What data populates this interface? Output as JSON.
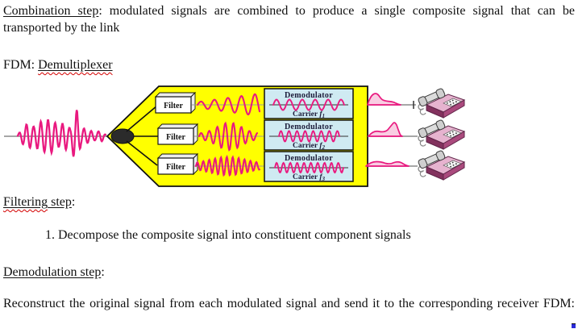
{
  "document": {
    "p1": {
      "lead": "Combination step",
      "rest": ": modulated signals are combined to produce a single composite signal that can be transported by the link"
    },
    "p2": {
      "prefix": "FDM: ",
      "term": "Demultiplexer"
    },
    "p3": {
      "word": "Filtering",
      "tail": " step",
      "suffix": ":"
    },
    "p4": "1. Decompose the composite signal into constituent component signals",
    "p5": {
      "lead": "Demodulation step",
      "suffix": ":"
    },
    "p6": "Reconstruct the original signal from each modulated signal and send it to the corresponding receiver FDM:"
  },
  "diagram": {
    "filters": [
      "Filter",
      "Filter",
      "Filter"
    ],
    "demodulators": [
      {
        "title": "Demodulator",
        "carrier": "Carrier ",
        "fsymbol": "f",
        "sub": "1"
      },
      {
        "title": "Demodulator",
        "carrier": "Carrier ",
        "fsymbol": "f",
        "sub": "2"
      },
      {
        "title": "Demodulator",
        "carrier": "Carrier ",
        "fsymbol": "f",
        "sub": "3"
      }
    ],
    "colors": {
      "signal_pink": "#e9197f",
      "envelope_fill": "#f9cde2",
      "demux_yellow": "#ffff00",
      "demod_box_blue": "#cfeaf2",
      "line_gray": "#8a8a8a",
      "phone_body_pink": "#aa4a7d",
      "artifact_blue": "#2b2bd9"
    }
  }
}
